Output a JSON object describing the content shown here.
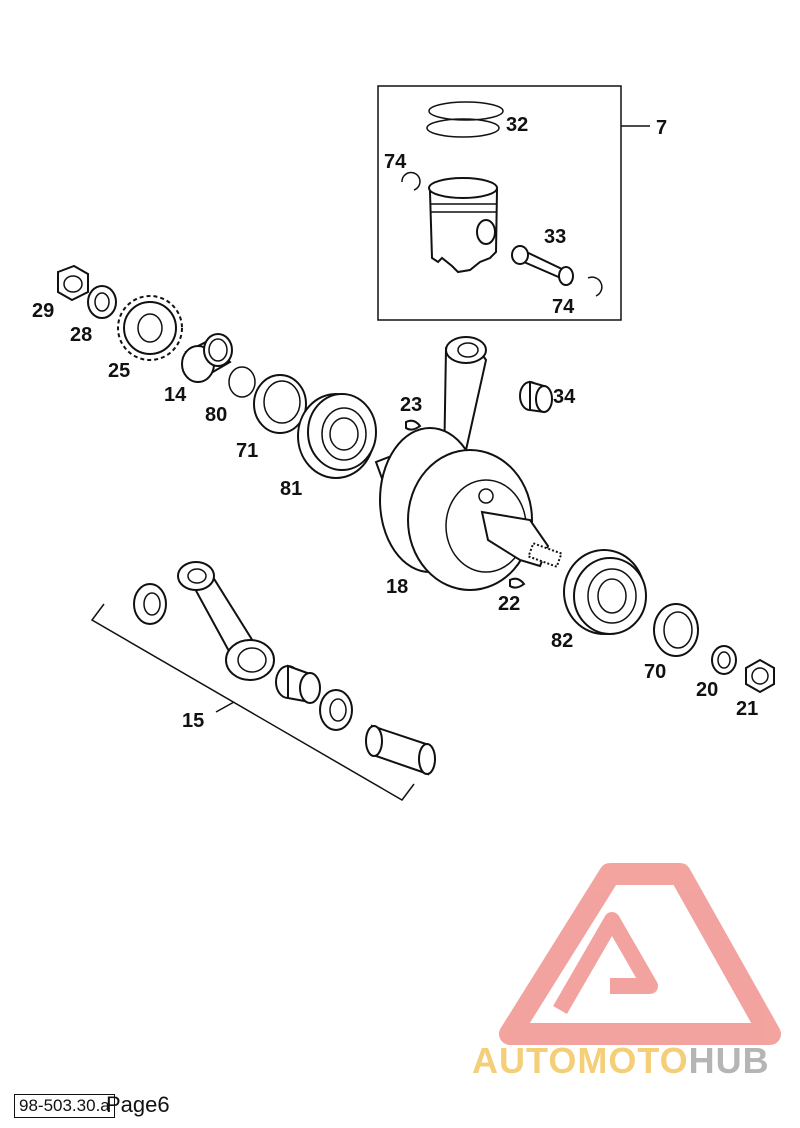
{
  "diagram": {
    "piston_group_label": "7",
    "callouts": {
      "p32": "32",
      "p7": "7",
      "p74a": "74",
      "p33": "33",
      "p74b": "74",
      "p29": "29",
      "p28": "28",
      "p25": "25",
      "p14": "14",
      "p80": "80",
      "p71": "71",
      "p81": "81",
      "p23": "23",
      "p34": "34",
      "p18": "18",
      "p22": "22",
      "p82": "82",
      "p70": "70",
      "p20": "20",
      "p21": "21",
      "p15": "15"
    }
  },
  "footer": {
    "code": "98-503.30.a",
    "page": "Page6"
  },
  "watermark": {
    "brand_part1": "AUTOMOTO",
    "brand_part2": "HUB",
    "colors": {
      "red": "#f29a95",
      "yellow": "#f5cf78",
      "gray": "#b5b5b5"
    }
  }
}
